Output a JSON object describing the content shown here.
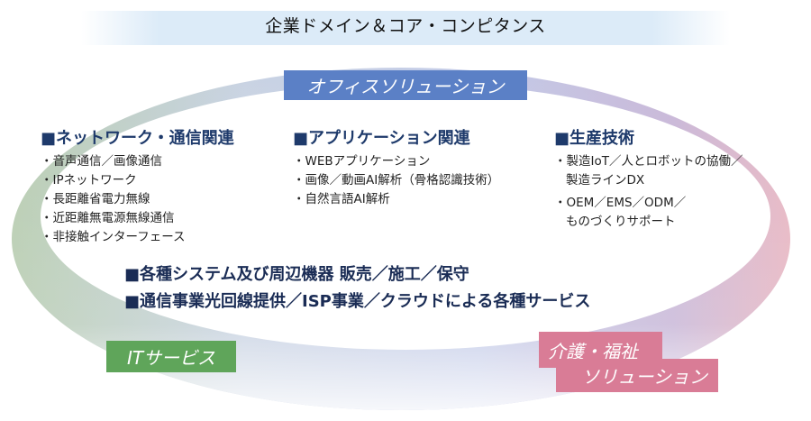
{
  "title": "企業ドメイン＆コア・コンピタンス",
  "ring_labels": {
    "office": "オフィスソリューション",
    "it": "ITサービス",
    "care_line1": "介護・福祉",
    "care_line2": "ソリューション"
  },
  "colors": {
    "office": "#5b80c6",
    "it": "#5fa55a",
    "care": "#d97c96",
    "heading": "#1e3a6b"
  },
  "columns": [
    {
      "heading": "■ネットワーク・通信関連",
      "items": [
        "・音声通信／画像通信",
        "・IPネットワーク",
        "・長距離省電力無線",
        "・近距離無電源無線通信",
        "・非接触インターフェース"
      ]
    },
    {
      "heading": "■アプリケーション関連",
      "items": [
        "・WEBアプリケーション",
        "・画像／動画AI解析（骨格認識技術）",
        "・自然言語AI解析"
      ]
    },
    {
      "heading": "■生産技術",
      "items": [
        "・製造IoT／人とロボットの協働／",
        "製造ラインDX",
        "・OEM／EMS／ODM／",
        "ものづくりサポート"
      ]
    }
  ],
  "bottom_lines": [
    "■各種システム及び周辺機器 販売／施工／保守",
    "■通信事業光回線提供／ISP事業／クラウドによる各種サービス"
  ]
}
